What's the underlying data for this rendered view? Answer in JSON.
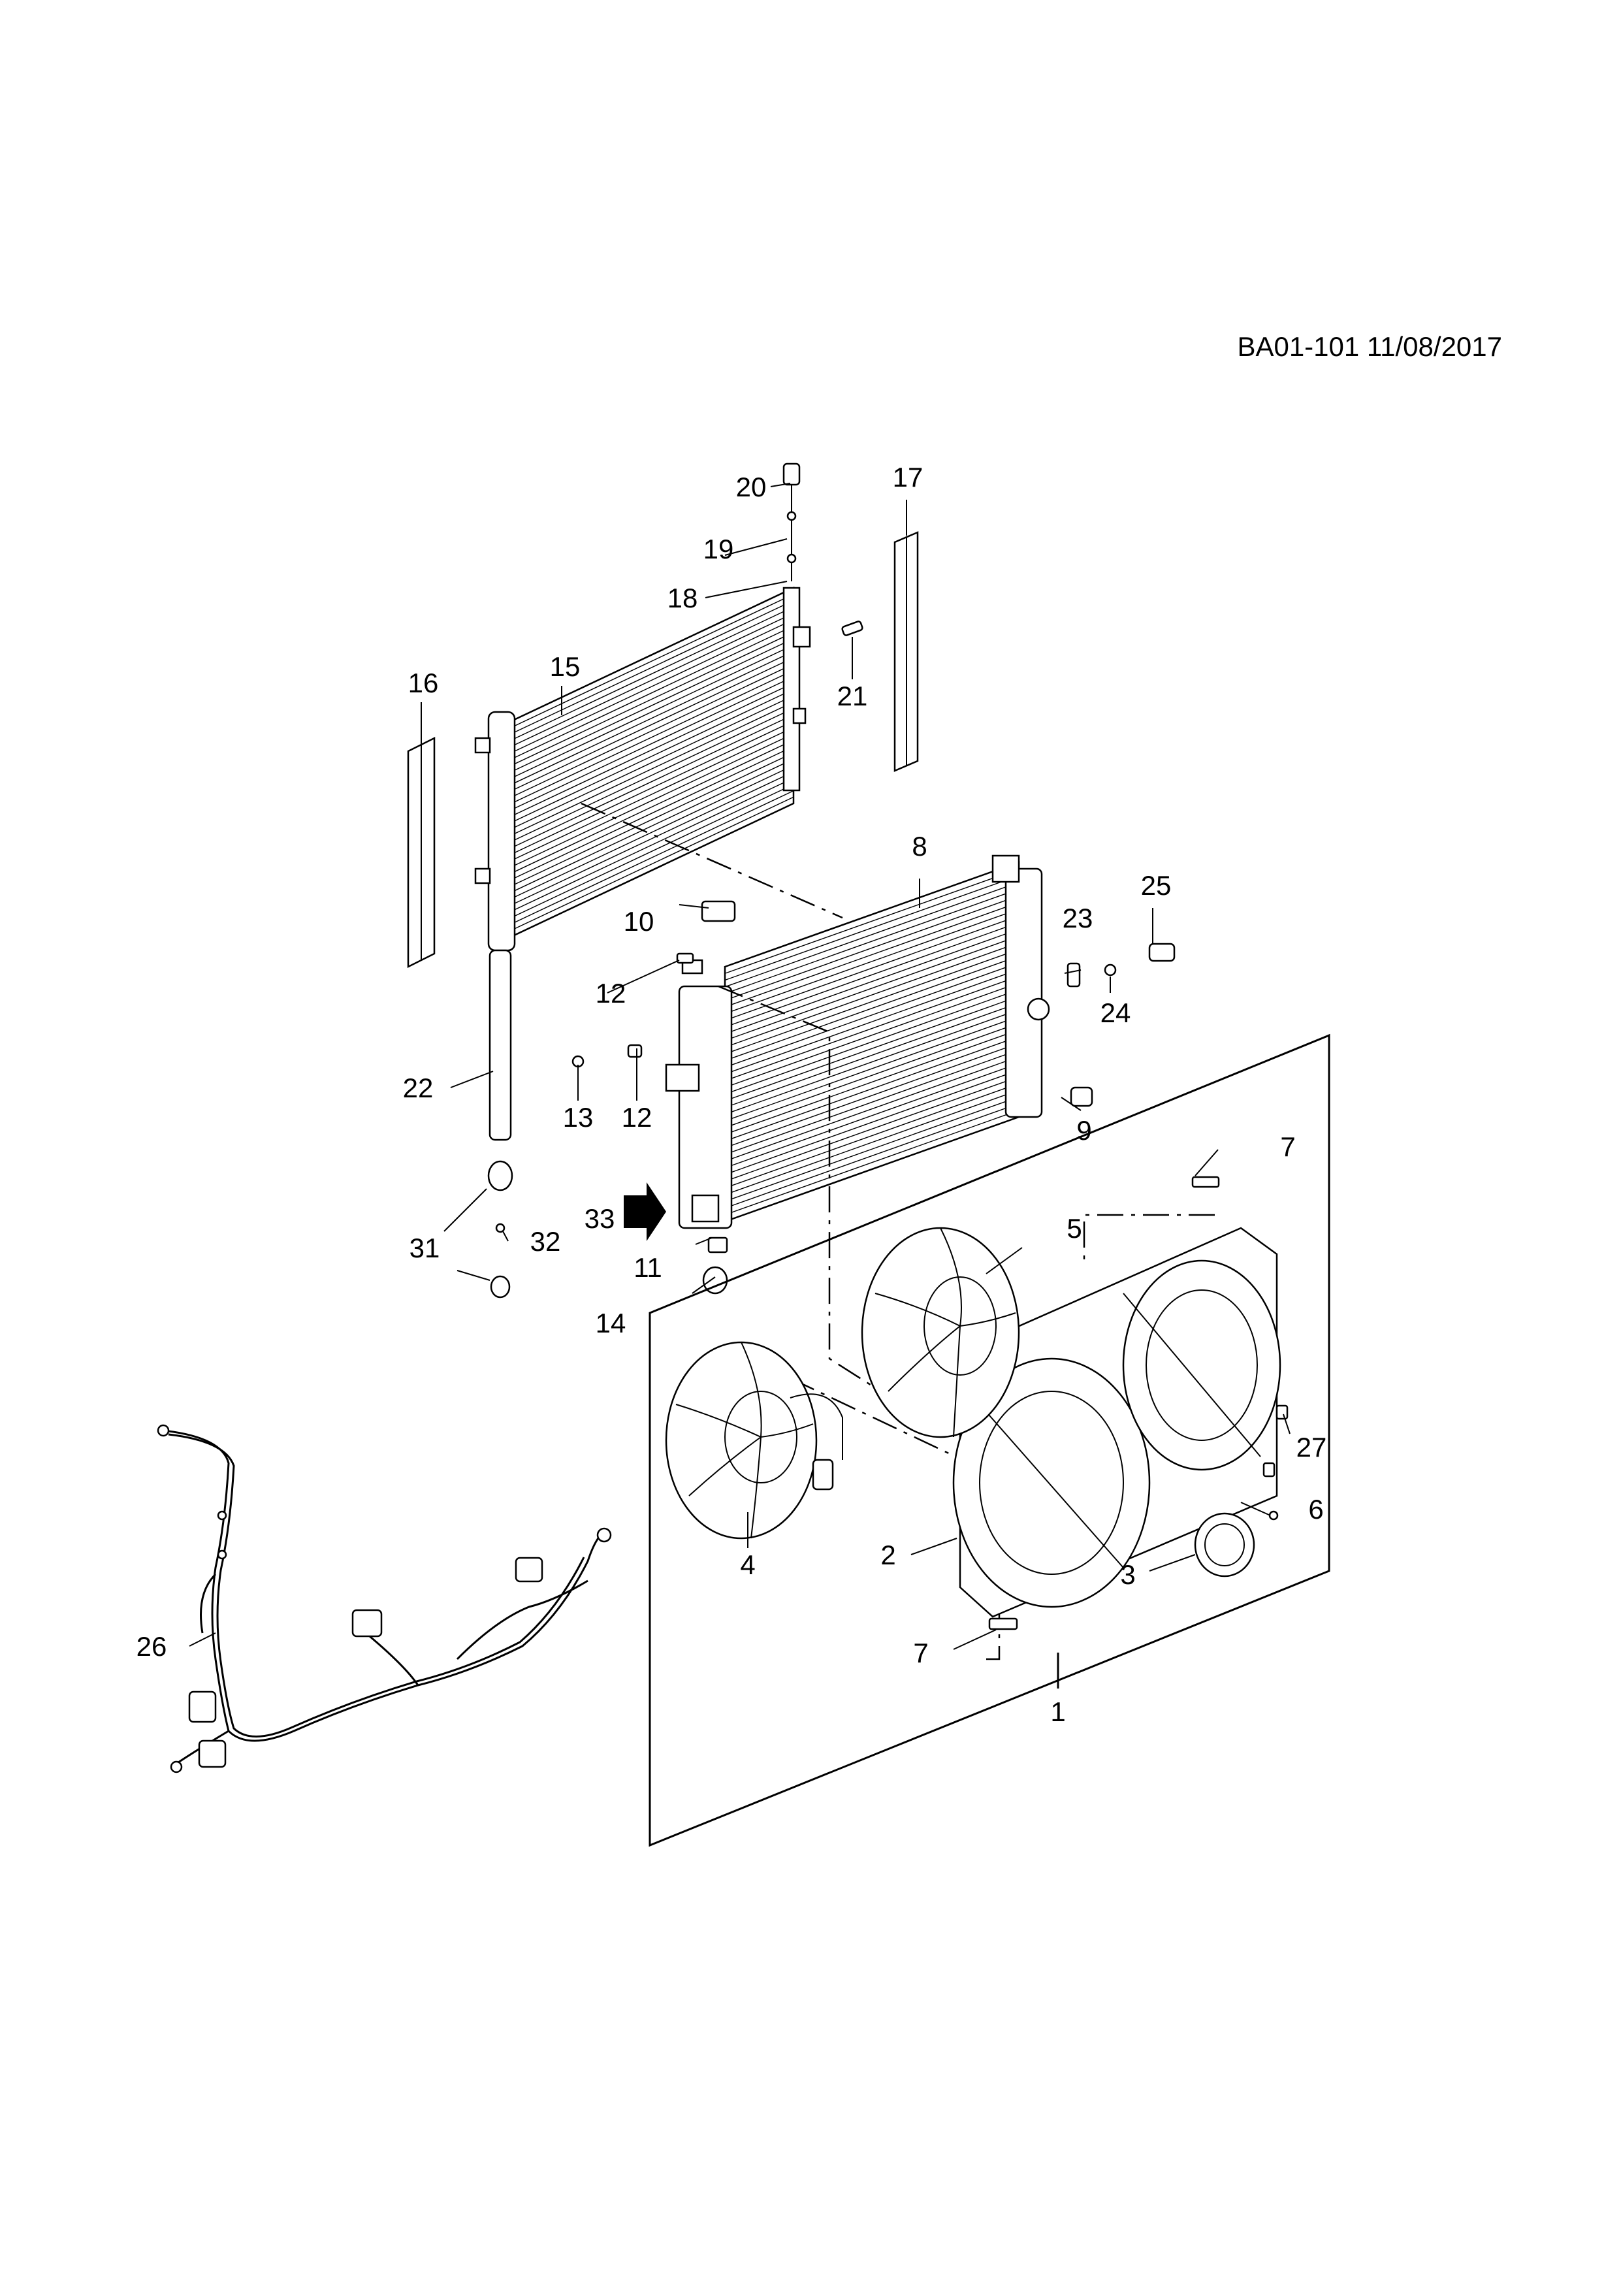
{
  "drawing_code": "BA01-101 11/08/2017",
  "callouts": [
    {
      "id": "c1",
      "label": "1"
    },
    {
      "id": "c2",
      "label": "2"
    },
    {
      "id": "c3",
      "label": "3"
    },
    {
      "id": "c4",
      "label": "4"
    },
    {
      "id": "c5",
      "label": "5"
    },
    {
      "id": "c6",
      "label": "6"
    },
    {
      "id": "c7a",
      "label": "7"
    },
    {
      "id": "c7b",
      "label": "7"
    },
    {
      "id": "c8",
      "label": "8"
    },
    {
      "id": "c9",
      "label": "9"
    },
    {
      "id": "c10",
      "label": "10"
    },
    {
      "id": "c11",
      "label": "11"
    },
    {
      "id": "c12a",
      "label": "12"
    },
    {
      "id": "c12b",
      "label": "12"
    },
    {
      "id": "c13",
      "label": "13"
    },
    {
      "id": "c14",
      "label": "14"
    },
    {
      "id": "c15",
      "label": "15"
    },
    {
      "id": "c16",
      "label": "16"
    },
    {
      "id": "c17",
      "label": "17"
    },
    {
      "id": "c18",
      "label": "18"
    },
    {
      "id": "c19",
      "label": "19"
    },
    {
      "id": "c20",
      "label": "20"
    },
    {
      "id": "c21",
      "label": "21"
    },
    {
      "id": "c22",
      "label": "22"
    },
    {
      "id": "c23",
      "label": "23"
    },
    {
      "id": "c24",
      "label": "24"
    },
    {
      "id": "c25",
      "label": "25"
    },
    {
      "id": "c26",
      "label": "26"
    },
    {
      "id": "c27",
      "label": "27"
    },
    {
      "id": "c31",
      "label": "31"
    },
    {
      "id": "c32",
      "label": "32"
    },
    {
      "id": "c33",
      "label": "33"
    }
  ]
}
